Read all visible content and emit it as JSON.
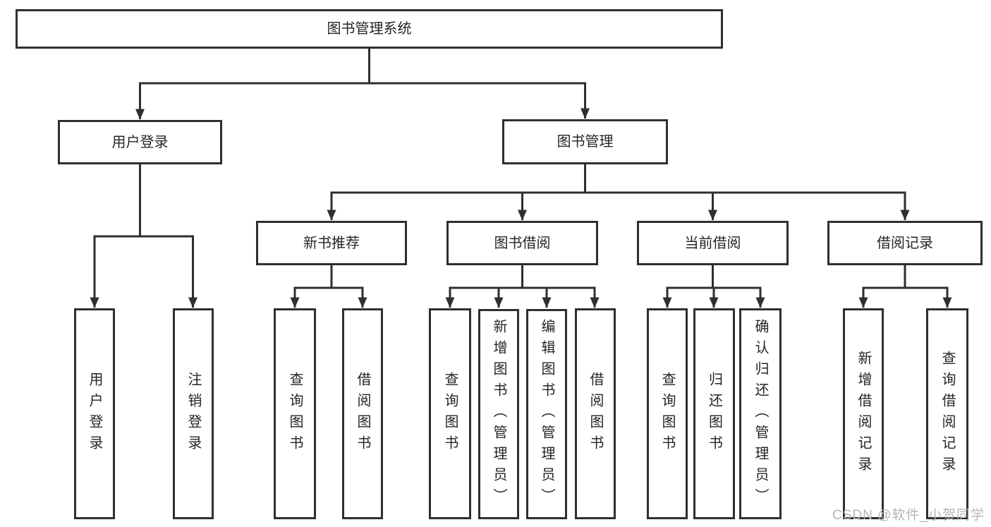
{
  "diagram": {
    "type": "tree-structure-diagram",
    "colors": {
      "line": "#2f2f2f",
      "box_border": "#2f2f2f",
      "box_fill": "#ffffff",
      "text": "#252525",
      "watermark": "#b5b5b5",
      "background": "#ffffff"
    }
  },
  "nodes": {
    "root": "图书管理系统",
    "level2": [
      "用户登录",
      "图书管理"
    ],
    "level3": [
      "新书推荐",
      "图书借阅",
      "当前借阅",
      "借阅记录"
    ],
    "leaves": [
      "用户登录",
      "注销登录",
      "查询图书",
      "借阅图书",
      "查询图书",
      "新增图书（管理员）",
      "编辑图书（管理员）",
      "借阅图书",
      "查询图书",
      "归还图书",
      "确认归还（管理员）",
      "新增借阅记录",
      "查询借阅记录"
    ]
  },
  "watermark": "CSDN @软件_小贺同学"
}
